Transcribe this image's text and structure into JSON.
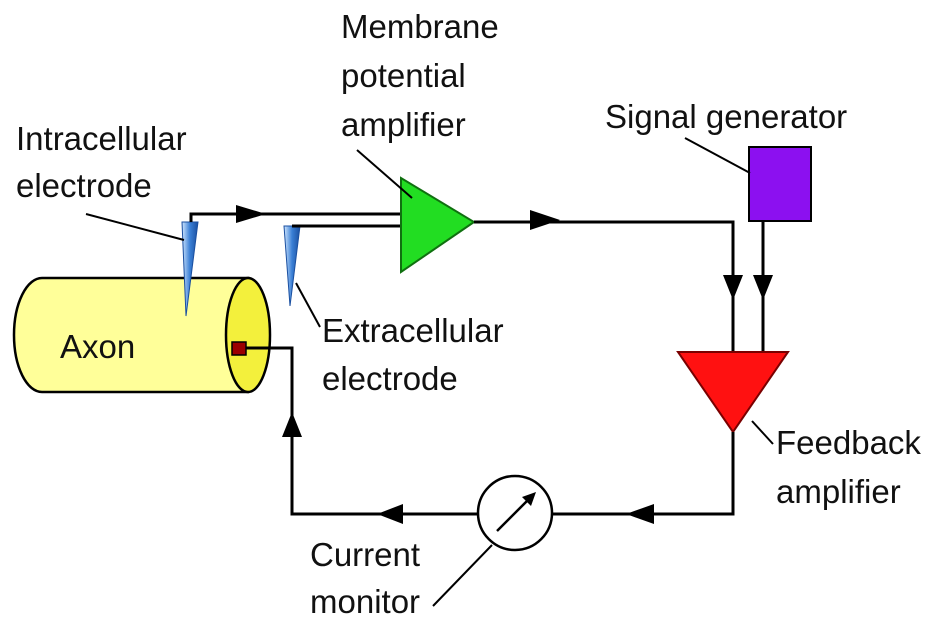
{
  "labels": {
    "membrane_amp": [
      "Membrane",
      "potential",
      "amplifier"
    ],
    "intracellular": [
      "Intracellular",
      "electrode"
    ],
    "signal_generator": "Signal generator",
    "axon": "Axon",
    "extracellular": [
      "Extracellular",
      "electrode"
    ],
    "feedback_amp": [
      "Feedback",
      "amplifier"
    ],
    "current_monitor": [
      "Current",
      "monitor"
    ]
  },
  "colors": {
    "axon_fill": "#ffff99",
    "axon_end": "#f3f03c",
    "electrode": "#3a7fd5",
    "membrane_amp": "#22dd22",
    "signal_generator": "#8c10f0",
    "feedback_amp": "#ff1111",
    "electrode_tip": "#9b0000"
  }
}
